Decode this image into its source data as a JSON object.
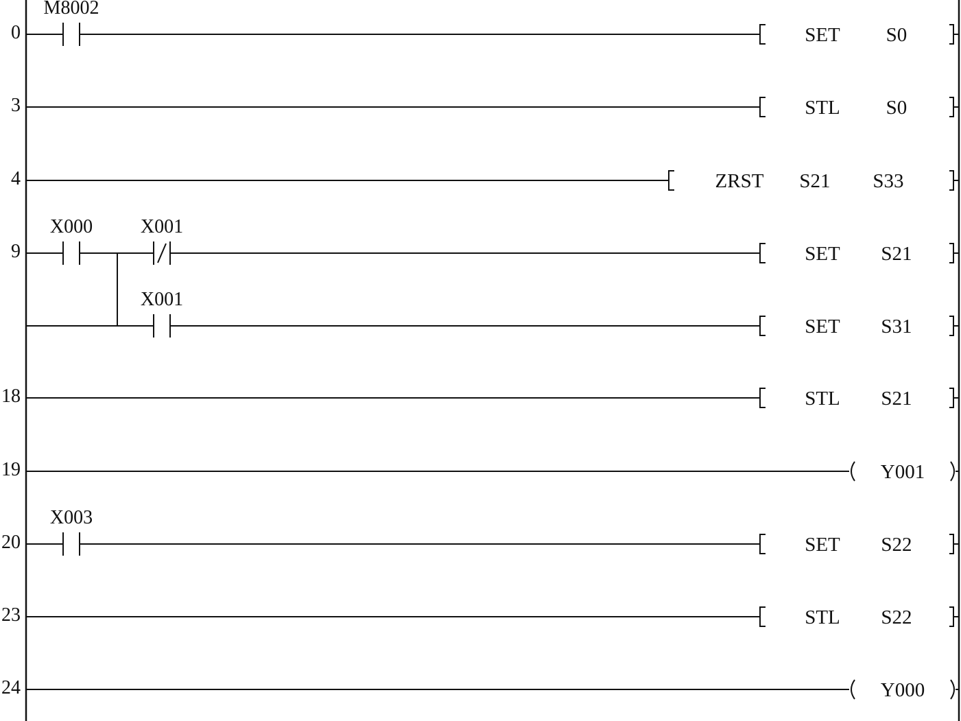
{
  "rungs": [
    {
      "step": "0",
      "contact": {
        "label": "M8002",
        "type": "no"
      },
      "output": {
        "kind": "bracket",
        "items": [
          "SET",
          "S0"
        ]
      }
    },
    {
      "step": "3",
      "output": {
        "kind": "bracket",
        "items": [
          "STL",
          "S0"
        ]
      }
    },
    {
      "step": "4",
      "output": {
        "kind": "bracket",
        "items": [
          "ZRST",
          "S21",
          "S33"
        ]
      }
    },
    {
      "step": "9",
      "contact": {
        "label": "X000",
        "type": "no"
      },
      "contact2": {
        "label": "X001",
        "type": "nc"
      },
      "output": {
        "kind": "bracket",
        "items": [
          "SET",
          "S21"
        ]
      }
    },
    {
      "step": "",
      "contact2": {
        "label": "X001",
        "type": "no"
      },
      "output": {
        "kind": "bracket",
        "items": [
          "SET",
          "S31"
        ]
      }
    },
    {
      "step": "18",
      "output": {
        "kind": "bracket",
        "items": [
          "STL",
          "S21"
        ]
      }
    },
    {
      "step": "19",
      "output": {
        "kind": "coil",
        "items": [
          "Y001"
        ]
      }
    },
    {
      "step": "20",
      "contact": {
        "label": "X003",
        "type": "no"
      },
      "output": {
        "kind": "bracket",
        "items": [
          "SET",
          "S22"
        ]
      }
    },
    {
      "step": "23",
      "output": {
        "kind": "bracket",
        "items": [
          "STL",
          "S22"
        ]
      }
    },
    {
      "step": "24",
      "output": {
        "kind": "coil",
        "items": [
          "Y000"
        ]
      }
    }
  ]
}
